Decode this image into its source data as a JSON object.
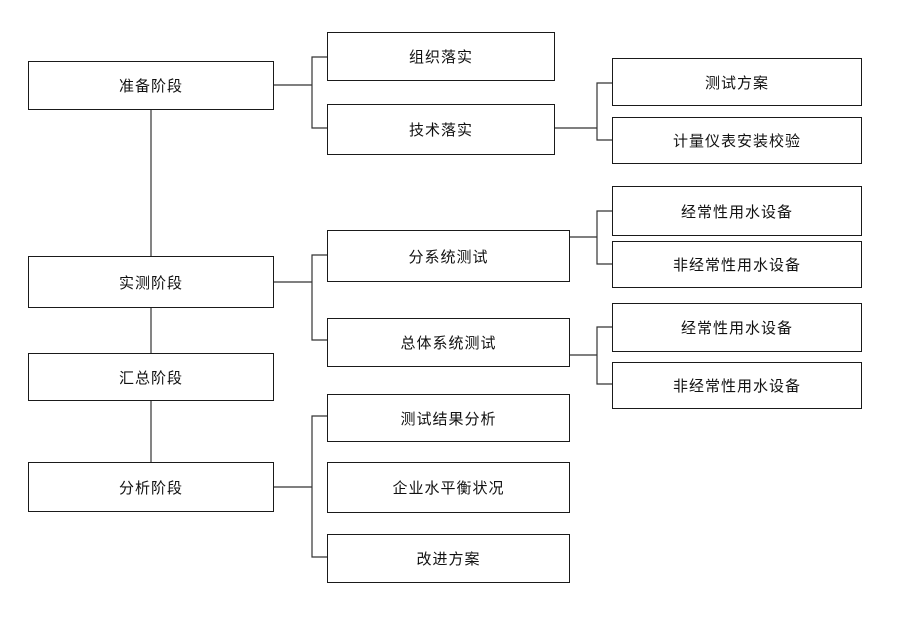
{
  "stages": {
    "prep": "准备阶段",
    "measure": "实测阶段",
    "summary": "汇总阶段",
    "analysis": "分析阶段"
  },
  "prep_tasks": {
    "org": "组织落实",
    "tech": "技术落实"
  },
  "tech_tasks": {
    "plan": "测试方案",
    "meter": "计量仪表安装校验"
  },
  "measure_tasks": {
    "subsystem": "分系统测试",
    "overall": "总体系统测试"
  },
  "subsystem_tasks": {
    "regular": "经常性用水设备",
    "irregular": "非经常性用水设备"
  },
  "overall_tasks": {
    "regular": "经常性用水设备",
    "irregular": "非经常性用水设备"
  },
  "analysis_tasks": {
    "results": "测试结果分析",
    "balance": "企业水平衡状况",
    "improve": "改进方案"
  }
}
